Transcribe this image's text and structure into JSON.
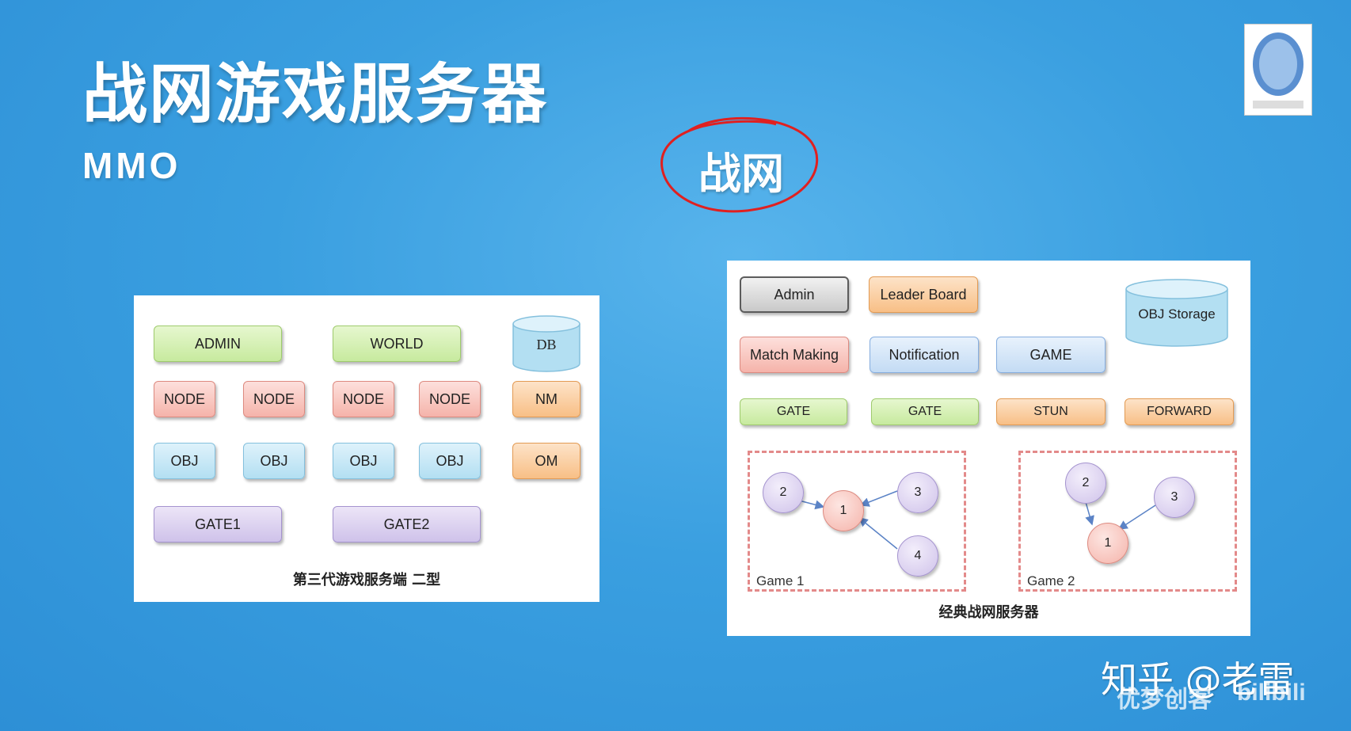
{
  "title": "战网游戏服务器",
  "subtitle": "MMO",
  "annotation": "战网",
  "left_diagram": {
    "row1": [
      "ADMIN",
      "WORLD"
    ],
    "db": "DB",
    "nodes": [
      "NODE",
      "NODE",
      "NODE",
      "NODE"
    ],
    "nm": "NM",
    "objs": [
      "OBJ",
      "OBJ",
      "OBJ",
      "OBJ"
    ],
    "om": "OM",
    "gates": [
      "GATE1",
      "GATE2"
    ],
    "caption": "第三代游戏服务端 二型"
  },
  "right_diagram": {
    "admin": "Admin",
    "leader_board": "Leader Board",
    "obj_storage": "OBJ Storage",
    "match_making": "Match Making",
    "notification": "Notification",
    "game": "GAME",
    "gates": [
      "GATE",
      "GATE"
    ],
    "stun": "STUN",
    "forward": "FORWARD",
    "game1": {
      "label": "Game 1",
      "nodes": [
        "2",
        "1",
        "3",
        "4"
      ]
    },
    "game2": {
      "label": "Game 2",
      "nodes": [
        "2",
        "1",
        "3"
      ]
    },
    "caption": "经典战网服务器"
  },
  "watermark": {
    "zhihu": "知乎 @老雷",
    "bottom": "优梦创客",
    "bilibili": "bilibili"
  },
  "colors": {
    "background": "#3a9fe0",
    "annotation_circle": "#e02020"
  }
}
